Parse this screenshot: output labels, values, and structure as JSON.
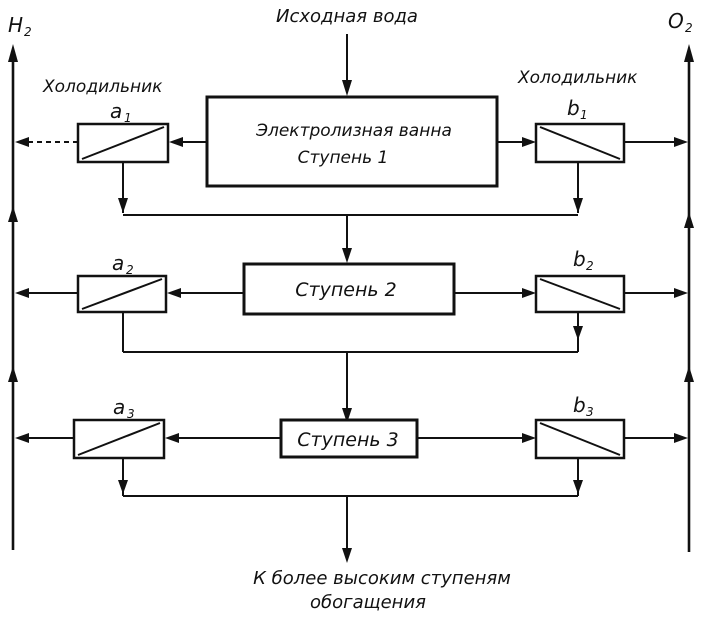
{
  "labels": {
    "input_water": "Исходная вода",
    "h2": "H",
    "h2_sub": "2",
    "o2": "O",
    "o2_sub": "2",
    "cooler_left": "Холодильник",
    "cooler_right": "Холодильник",
    "bath_line1": "Электролизная ванна",
    "bath_line2": "Ступень 1",
    "stage2": "Ступень 2",
    "stage3": "Ступень 3",
    "output_line1": "К более высоким ступеням",
    "output_line2": "обогащения"
  },
  "coolers": {
    "a1": {
      "letter": "a",
      "sub": "1"
    },
    "b1": {
      "letter": "b",
      "sub": "1"
    },
    "a2": {
      "letter": "a",
      "sub": "2"
    },
    "b2": {
      "letter": "b",
      "sub": "2"
    },
    "a3": {
      "letter": "a",
      "sub": "3"
    },
    "b3": {
      "letter": "b",
      "sub": "3"
    }
  }
}
